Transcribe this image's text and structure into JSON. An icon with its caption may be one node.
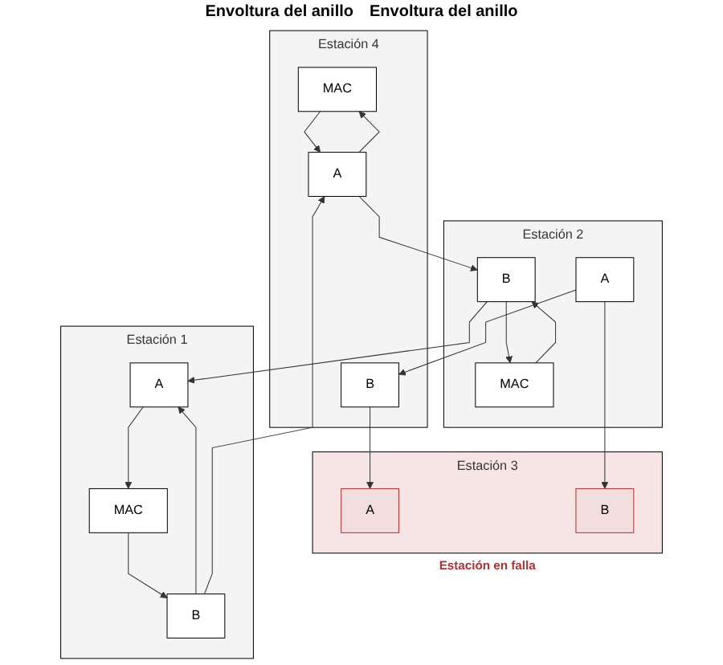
{
  "diagram": {
    "nodes": [
      {
        "text": [
          "Estación 1"
        ]
      },
      {
        "text": [
          "MAC"
        ],
        "in": 0
      },
      {
        "text": [
          "B"
        ],
        "in": 0
      },
      {
        "text": [
          "A"
        ],
        "in": 0
      },
      {
        "text": [
          "Estación 4"
        ]
      },
      {
        "text": [
          "MAC"
        ],
        "in": 4
      },
      {
        "text": [
          "A"
        ],
        "in": 4
      },
      {
        "text": [
          "B"
        ],
        "in": 4
      },
      {
        "text": [
          "Estación 2"
        ]
      },
      {
        "text": [
          "B"
        ],
        "in": 8
      },
      {
        "text": [
          "A"
        ],
        "in": 8
      },
      {
        "text": [
          "MAC"
        ],
        "in": 8
      },
      {
        "text": [
          "Estación 3"
        ],
        "beside": [
          "Estación en falla"
        ]
      },
      {
        "text": [
          "A"
        ],
        "in": 12
      },
      {
        "text": [
          "B"
        ],
        "in": 12
      }
    ],
    "edges": [
      {
        "from": 1,
        "to": 2,
        "arrow": "to"
      },
      {
        "from": 3,
        "to": 1,
        "arrow": "to"
      },
      {
        "from": 2,
        "to": 3,
        "arrow": "to"
      },
      {
        "from": 2,
        "to": 6,
        "arrow": "to"
      },
      {
        "from": 6,
        "to": 5,
        "arrow": "to"
      },
      {
        "from": 5,
        "to": 6,
        "arrow": "to"
      },
      {
        "from": 6,
        "to": 9,
        "arrow": "to"
      },
      {
        "from": 9,
        "to": 11,
        "arrow": "to"
      },
      {
        "from": 11,
        "to": 9,
        "arrow": "to"
      },
      {
        "from": 9,
        "to": 3,
        "arrow": "to"
      },
      {
        "from": 7,
        "to": 13,
        "arrow": "to"
      },
      {
        "from": 10,
        "to": 14,
        "arrow": "to"
      },
      {
        "from": 10,
        "to": 7,
        "arrow": "to"
      }
    ],
    "labels": [
      "Envoltura del anillo",
      "Envoltura del anillo"
    ]
  }
}
